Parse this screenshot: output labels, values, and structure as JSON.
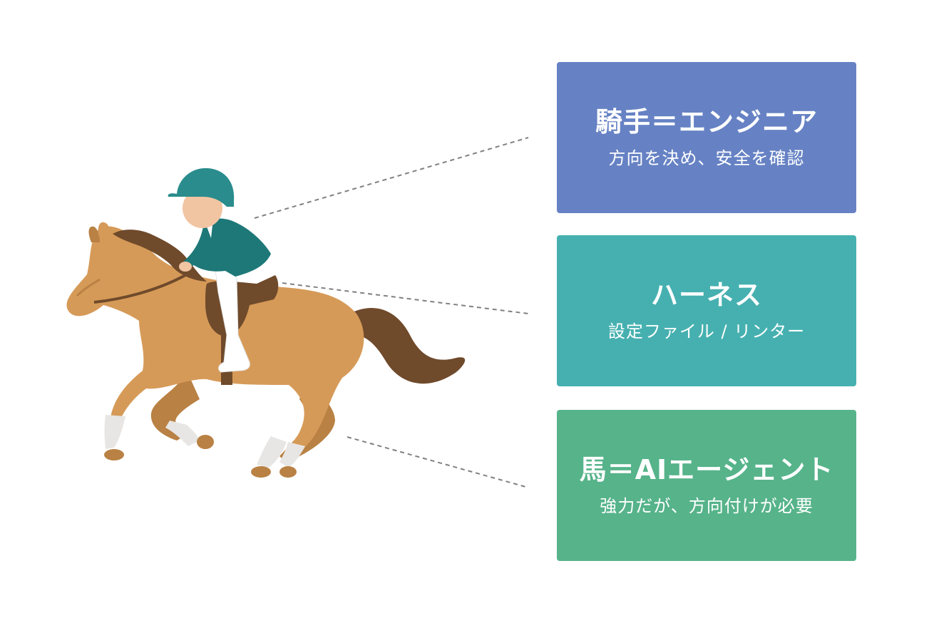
{
  "cards": [
    {
      "key": "jockey",
      "title": "騎手＝エンジニア",
      "subtitle": "方向を決め、安全を確認",
      "color": "#6682c4"
    },
    {
      "key": "harness",
      "title": "ハーネス",
      "subtitle": "設定ファイル / リンター",
      "color": "#46b0b0"
    },
    {
      "key": "horse",
      "title": "馬＝AIエージェント",
      "subtitle": "強力だが、方向付けが必要",
      "color": "#56b38a"
    }
  ],
  "colors": {
    "horse_body": "#d69a58",
    "horse_shade": "#b98143",
    "horse_mane": "#6f4a2b",
    "hooves_white": "#e8e6e4",
    "jockey_jacket": "#1e7878",
    "jockey_helmet": "#2a8c8c",
    "skin": "#f1c4a2",
    "saddle": "#6f4a2b",
    "connector_line": "#808080"
  },
  "icons": [
    "jockey-on-horse-illustration"
  ]
}
